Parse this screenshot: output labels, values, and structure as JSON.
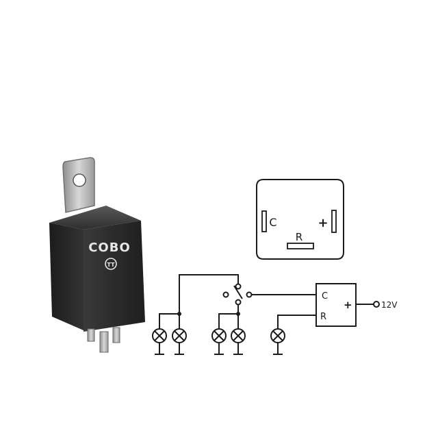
{
  "product": {
    "brand": "COBO",
    "emblem": "TT"
  },
  "pinout": {
    "pin_c": "C",
    "pin_plus": "+",
    "pin_r": "R"
  },
  "circuit": {
    "terminal_c": "C",
    "terminal_r": "R",
    "terminal_plus": "+",
    "supply": "12V"
  },
  "colors": {
    "background": "#ffffff",
    "housing": "#2f2f2f",
    "ink": "#1a1a1a"
  }
}
